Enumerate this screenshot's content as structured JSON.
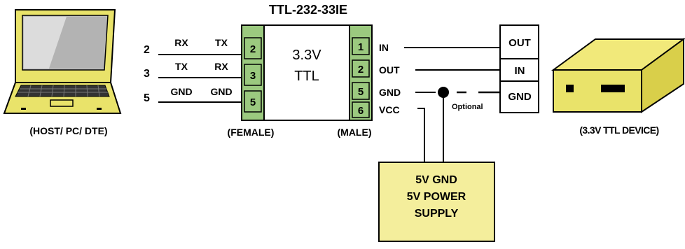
{
  "title": "TTL-232-33IE",
  "converter": {
    "line1": "3.3V",
    "line2": "TTL"
  },
  "host": {
    "caption": "(HOST/ PC/ DTE)",
    "icon": "laptop-icon"
  },
  "host_pins": [
    {
      "num": "2",
      "left": "RX",
      "right": "TX",
      "female_pin": "2"
    },
    {
      "num": "3",
      "left": "TX",
      "right": "RX",
      "female_pin": "3"
    },
    {
      "num": "5",
      "left": "GND",
      "right": "GND",
      "female_pin": "5"
    }
  ],
  "female_label": "(FEMALE)",
  "male_label": "(MALE)",
  "male_pins": [
    {
      "pin": "1",
      "signal": "IN"
    },
    {
      "pin": "2",
      "signal": "OUT"
    },
    {
      "pin": "5",
      "signal": "GND"
    },
    {
      "pin": "6",
      "signal": "VCC"
    }
  ],
  "device_terminals": [
    "OUT",
    "IN",
    "GND"
  ],
  "optional_label": "Optional",
  "device": {
    "caption": "(3.3V TTL DEVICE)",
    "icon": "ttl-device-box-icon"
  },
  "power_supply": {
    "line1": "5V GND",
    "line2": "5V POWER",
    "line3": "SUPPLY"
  },
  "colors": {
    "pin_fill": "#9bc97f",
    "box_fill": "#f4ee9c",
    "laptop_body": "#e9e36a",
    "screen": "#c9c9c9",
    "line": "#000000"
  }
}
